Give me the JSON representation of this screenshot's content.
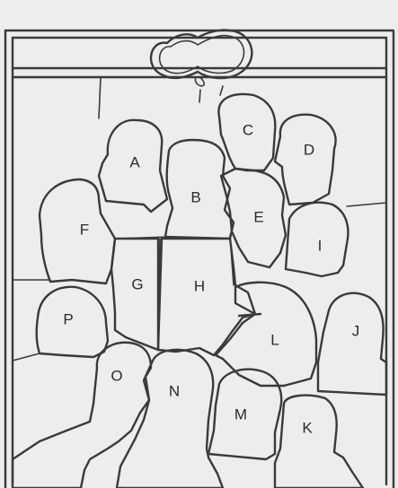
{
  "diagram": {
    "labels": [
      "A",
      "B",
      "C",
      "D",
      "E",
      "F",
      "G",
      "H",
      "I",
      "J",
      "K",
      "L",
      "M",
      "N",
      "O",
      "P"
    ]
  },
  "colors": {
    "paper": "#ededeb",
    "ink": "#3a3a3a"
  }
}
